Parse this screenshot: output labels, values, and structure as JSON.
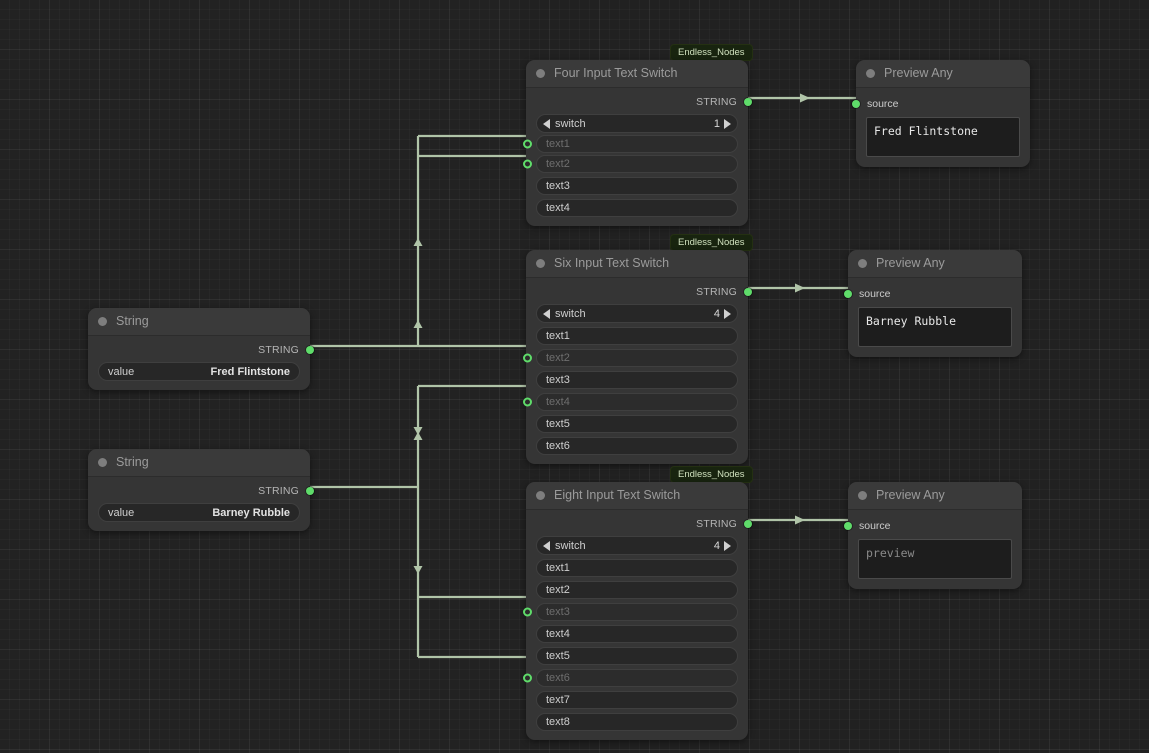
{
  "app": {
    "name": "node-graph-editor",
    "badge_label": "Endless_Nodes"
  },
  "colors": {
    "canvas_bg": "#212121",
    "node_bg": "#353535",
    "node_title_bg": "#3a3a3a",
    "slot_green": "#5fdc6a",
    "link_green": "#b0c4a8",
    "badge_bg": "#18240f",
    "badge_text": "#cfe0bd"
  },
  "nodes": {
    "string_top": {
      "title": "String",
      "output": {
        "label": "STRING"
      },
      "widget": {
        "name": "value",
        "value": "Fred Flintstone"
      }
    },
    "string_bottom": {
      "title": "String",
      "output": {
        "label": "STRING"
      },
      "widget": {
        "name": "value",
        "value": "Barney Rubble"
      }
    },
    "four_switch": {
      "badge": "Endless_Nodes",
      "title": "Four Input Text Switch",
      "output": {
        "label": "STRING"
      },
      "combo": {
        "name": "switch",
        "value": "1",
        "left_arrow": "arrow-left-icon",
        "right_arrow": "arrow-right-icon"
      },
      "inputs": [
        {
          "name": "text1",
          "connected": true
        },
        {
          "name": "text2",
          "connected": true
        },
        {
          "name": "text3",
          "connected": false
        },
        {
          "name": "text4",
          "connected": false
        }
      ]
    },
    "six_switch": {
      "badge": "Endless_Nodes",
      "title": "Six Input Text Switch",
      "output": {
        "label": "STRING"
      },
      "combo": {
        "name": "switch",
        "value": "4",
        "left_arrow": "arrow-left-icon",
        "right_arrow": "arrow-right-icon"
      },
      "inputs": [
        {
          "name": "text1",
          "connected": false
        },
        {
          "name": "text2",
          "connected": true
        },
        {
          "name": "text3",
          "connected": false
        },
        {
          "name": "text4",
          "connected": true
        },
        {
          "name": "text5",
          "connected": false
        },
        {
          "name": "text6",
          "connected": false
        }
      ]
    },
    "eight_switch": {
      "badge": "Endless_Nodes",
      "title": "Eight Input Text Switch",
      "output": {
        "label": "STRING"
      },
      "combo": {
        "name": "switch",
        "value": "4",
        "left_arrow": "arrow-left-icon",
        "right_arrow": "arrow-right-icon"
      },
      "inputs": [
        {
          "name": "text1",
          "connected": false
        },
        {
          "name": "text2",
          "connected": false
        },
        {
          "name": "text3",
          "connected": true
        },
        {
          "name": "text4",
          "connected": false
        },
        {
          "name": "text5",
          "connected": false
        },
        {
          "name": "text6",
          "connected": true
        },
        {
          "name": "text7",
          "connected": false
        },
        {
          "name": "text8",
          "connected": false
        }
      ]
    },
    "preview_top": {
      "title": "Preview Any",
      "input": {
        "label": "source"
      },
      "text": "Fred Flintstone",
      "is_placeholder": false
    },
    "preview_mid": {
      "title": "Preview Any",
      "input": {
        "label": "source"
      },
      "text": "Barney Rubble",
      "is_placeholder": false
    },
    "preview_bottom": {
      "title": "Preview Any",
      "input": {
        "label": "source"
      },
      "text": "preview",
      "is_placeholder": true
    }
  }
}
